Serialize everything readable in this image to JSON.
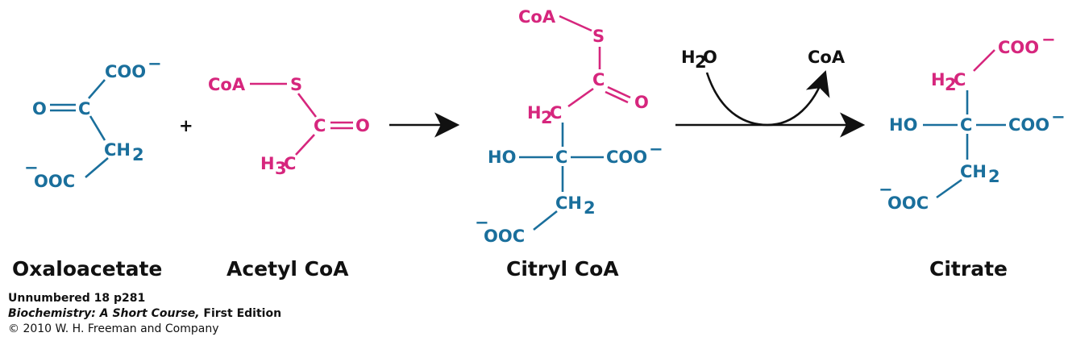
{
  "labels": {
    "plus": "+",
    "water": "H",
    "water_sub": "2",
    "water_o": "O",
    "coa_out": "CoA"
  },
  "compounds": {
    "oxaloacetate": "Oxaloacetate",
    "acetyl_coa": "Acetyl CoA",
    "citryl_coa": "Citryl CoA",
    "citrate": "Citrate"
  },
  "groups": {
    "coo": "COO",
    "neg": "−",
    "ooc": "OOC",
    "o": "O",
    "c": "C",
    "ch": "CH",
    "sub2": "2",
    "sub3": "3",
    "h": "H",
    "ho": "HO",
    "s": "S",
    "coa": "CoA"
  },
  "credit": {
    "line1": "Unnumbered 18 p281",
    "line2_italic": "Biochemistry: A Short Course,",
    "line2_rest": " First Edition",
    "line3": "© 2010 W. H. Freeman and Company"
  },
  "colors": {
    "blue": "#1a6f9c",
    "pink": "#d6267d",
    "black": "#111111"
  }
}
